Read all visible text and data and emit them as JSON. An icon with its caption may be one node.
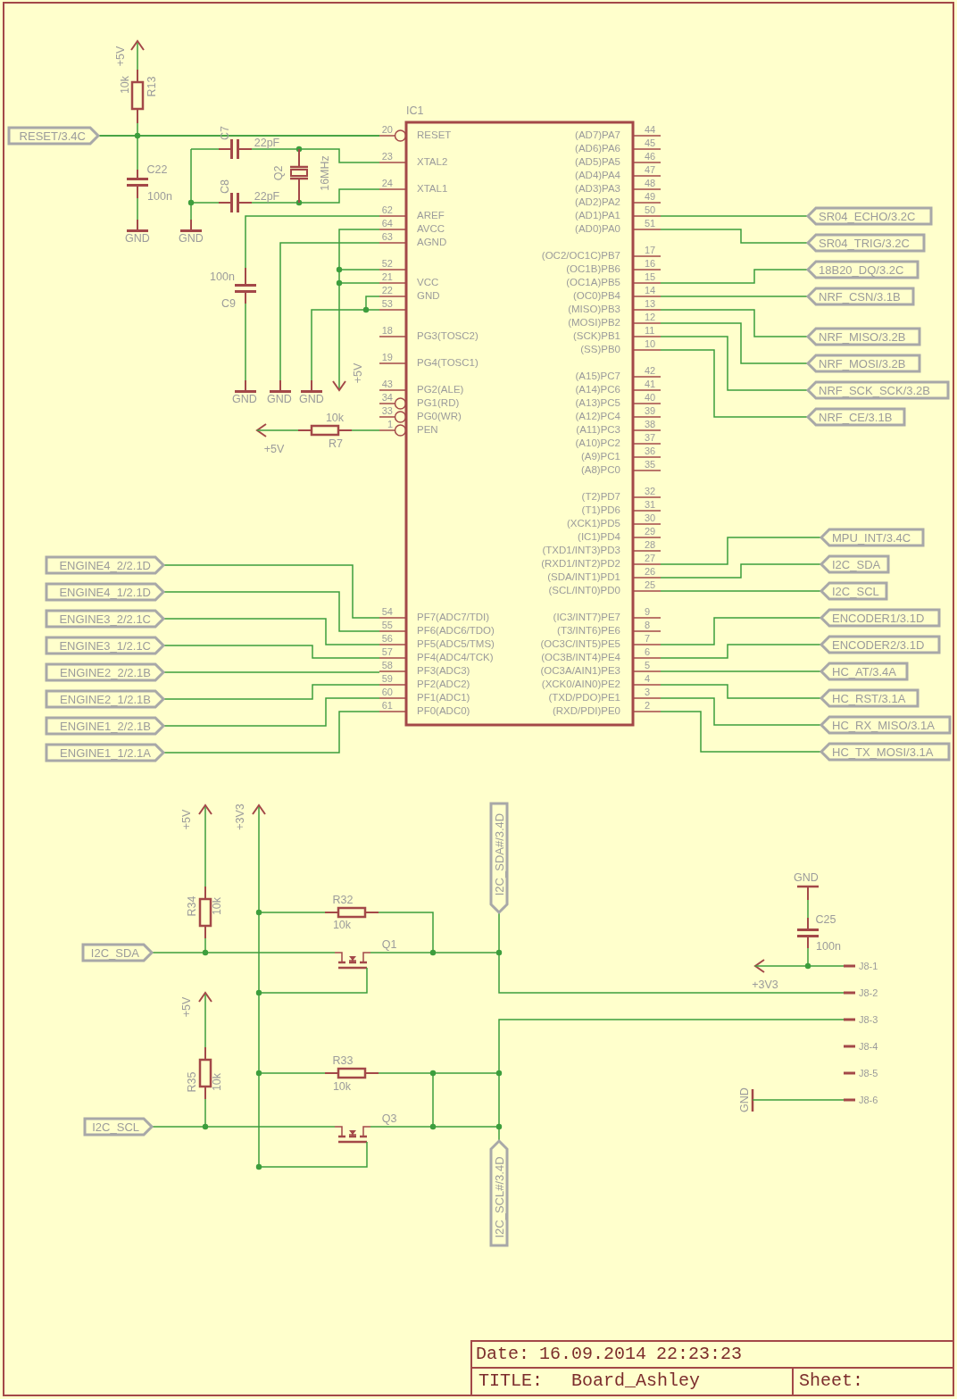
{
  "diagram": {
    "nodes": [
      {
        "text": [
          "IC1",
          "RESET",
          "XTAL2",
          "XTAL1",
          "AREF",
          "AVCC",
          "AGND",
          "VCC",
          "GND",
          "PG3(TOSC2)",
          "PG4(TOSC1)",
          "PG2(ALE)",
          "PG1(RD)",
          "PG0(WR)",
          "PEN",
          "PF7(ADC7/TDI)",
          "PF6(ADC6/TDO)",
          "PF5(ADC5/TMS)",
          "PF4(ADC4/TCK)",
          "PF3(ADC3)",
          "PF2(ADC2)",
          "PF1(ADC1)",
          "PF0(ADC0)",
          "(AD7)PA7",
          "(AD6)PA6",
          "(AD5)PA5",
          "(AD4)PA4",
          "(AD3)PA3",
          "(AD2)PA2",
          "(AD1)PA1",
          "(AD0)PA0",
          "(OC2/OC1C)PB7",
          "(OC1B)PB6",
          "(OC1A)PB5",
          "(OC0)PB4",
          "(MISO)PB3",
          "(MOSI)PB2",
          "(SCK)PB1",
          "(SS)PB0",
          "(A15)PC7",
          "(A14)PC6",
          "(A13)PC5",
          "(A12)PC4",
          "(A11)PC3",
          "(A10)PC2",
          "(A9)PC1",
          "(A8)PC0",
          "(T2)PD7",
          "(T1)PD6",
          "(XCK1)PD5",
          "(IC1)PD4",
          "(TXD1/INT3)PD3",
          "(RXD1/INT2)PD2",
          "(SDA/INT1)PD1",
          "(SCL/INT0)PD0",
          "(IC3/INT7)PE7",
          "(T3/INT6)PE6",
          "(OC3C/INT5)PE5",
          "(OC3B/INT4)PE4",
          "(OC3A/AIN1)PE3",
          "(XCK0/AIN0)PE2",
          "(TXD/PDO)PE1",
          "(RXD/PDI)PE0"
        ]
      },
      {
        "text": [
          "RESET/3.4C"
        ]
      },
      {
        "text": [
          "SR04_ECHO/3.2C"
        ]
      },
      {
        "text": [
          "SR04_TRIG/3.2C"
        ]
      },
      {
        "text": [
          "18B20_DQ/3.2C"
        ]
      },
      {
        "text": [
          "NRF_CSN/3.1B"
        ]
      },
      {
        "text": [
          "NRF_MISO/3.2B"
        ]
      },
      {
        "text": [
          "NRF_MOSI/3.2B"
        ]
      },
      {
        "text": [
          "NRF_SCK_SCK/3.2B"
        ]
      },
      {
        "text": [
          "NRF_CE/3.1B"
        ]
      },
      {
        "text": [
          "MPU_INT/3.4C"
        ]
      },
      {
        "text": [
          "I2C_SDA"
        ]
      },
      {
        "text": [
          "I2C_SCL"
        ]
      },
      {
        "text": [
          "ENCODER1/3.1D"
        ]
      },
      {
        "text": [
          "ENCODER2/3.1D"
        ]
      },
      {
        "text": [
          "HC_AT/3.4A"
        ]
      },
      {
        "text": [
          "HC_RST/3.1A"
        ]
      },
      {
        "text": [
          "HC_RX_MISO/3.1A"
        ]
      },
      {
        "text": [
          "HC_TX_MOSI/3.1A"
        ]
      },
      {
        "text": [
          "ENGINE4_2/2.1D"
        ]
      },
      {
        "text": [
          "ENGINE4_1/2.1D"
        ]
      },
      {
        "text": [
          "ENGINE3_2/2.1C"
        ]
      },
      {
        "text": [
          "ENGINE3_1/2.1C"
        ]
      },
      {
        "text": [
          "ENGINE2_2/2.1B"
        ]
      },
      {
        "text": [
          "ENGINE2_1/2.1B"
        ]
      },
      {
        "text": [
          "ENGINE1_2/2.1B"
        ]
      },
      {
        "text": [
          "ENGINE1_1/2.1A"
        ]
      },
      {
        "text": [
          "I2C_SDA"
        ]
      },
      {
        "text": [
          "I2C_SDA#/3.4D"
        ]
      },
      {
        "text": [
          "I2C_SCL"
        ]
      },
      {
        "text": [
          "I2C_SCL#/3.4D"
        ]
      },
      {
        "text": [
          "J8-1"
        ]
      },
      {
        "text": [
          "J8-2"
        ]
      },
      {
        "text": [
          "J8-3"
        ]
      },
      {
        "text": [
          "J8-4"
        ]
      },
      {
        "text": [
          "J8-5"
        ]
      },
      {
        "text": [
          "J8-6"
        ]
      }
    ],
    "edges": [
      {
        "from": 1,
        "to": 0,
        "arrow": "none"
      },
      {
        "from": 0,
        "to": 2,
        "arrow": "none"
      },
      {
        "from": 0,
        "to": 3,
        "arrow": "none"
      },
      {
        "from": 0,
        "to": 4,
        "arrow": "none"
      },
      {
        "from": 0,
        "to": 5,
        "arrow": "none"
      },
      {
        "from": 0,
        "to": 6,
        "arrow": "none"
      },
      {
        "from": 0,
        "to": 7,
        "arrow": "none"
      },
      {
        "from": 0,
        "to": 8,
        "arrow": "none"
      },
      {
        "from": 0,
        "to": 9,
        "arrow": "none"
      },
      {
        "from": 0,
        "to": 10,
        "arrow": "none"
      },
      {
        "from": 0,
        "to": 11,
        "arrow": "none"
      },
      {
        "from": 0,
        "to": 12,
        "arrow": "none"
      },
      {
        "from": 0,
        "to": 13,
        "arrow": "none"
      },
      {
        "from": 0,
        "to": 14,
        "arrow": "none"
      },
      {
        "from": 0,
        "to": 15,
        "arrow": "none"
      },
      {
        "from": 0,
        "to": 16,
        "arrow": "none"
      },
      {
        "from": 0,
        "to": 17,
        "arrow": "none"
      },
      {
        "from": 0,
        "to": 18,
        "arrow": "none"
      },
      {
        "from": 19,
        "to": 0,
        "arrow": "none"
      },
      {
        "from": 20,
        "to": 0,
        "arrow": "none"
      },
      {
        "from": 21,
        "to": 0,
        "arrow": "none"
      },
      {
        "from": 22,
        "to": 0,
        "arrow": "none"
      },
      {
        "from": 23,
        "to": 0,
        "arrow": "none"
      },
      {
        "from": 24,
        "to": 0,
        "arrow": "none"
      },
      {
        "from": 25,
        "to": 0,
        "arrow": "none"
      },
      {
        "from": 26,
        "to": 0,
        "arrow": "none"
      },
      {
        "from": 28,
        "to": 32,
        "arrow": "none"
      },
      {
        "from": 30,
        "to": 33,
        "arrow": "none"
      }
    ],
    "labels": [
      "+5V",
      "10k",
      "R13",
      "C7",
      "22pF",
      "Q2",
      "16MHz",
      "C22",
      "100n",
      "C8",
      "22pF",
      "GND",
      "GND",
      "100n",
      "C9",
      "GND",
      "GND",
      "GND",
      "+5V",
      "10k",
      "R7",
      "+5V",
      "20",
      "23",
      "24",
      "62",
      "64",
      "63",
      "52",
      "21",
      "22",
      "53",
      "18",
      "19",
      "43",
      "34",
      "33",
      "1",
      "54",
      "55",
      "56",
      "57",
      "58",
      "59",
      "60",
      "61",
      "44",
      "45",
      "46",
      "47",
      "48",
      "49",
      "50",
      "51",
      "17",
      "16",
      "15",
      "14",
      "13",
      "12",
      "11",
      "10",
      "42",
      "41",
      "40",
      "39",
      "38",
      "37",
      "36",
      "35",
      "32",
      "31",
      "30",
      "29",
      "28",
      "27",
      "26",
      "25",
      "9",
      "8",
      "7",
      "6",
      "5",
      "4",
      "3",
      "2",
      "+5V",
      "+3V3",
      "R34",
      "10k",
      "R32",
      "10k",
      "Q1",
      "+5V",
      "R35",
      "10k",
      "R33",
      "10k",
      "Q3",
      "GND",
      "C25",
      "100n",
      "+3V3",
      "GND",
      "Date:",
      "16.09.2014",
      "22:23:23",
      "TITLE:",
      "Board_Ashley",
      "Sheet:"
    ]
  }
}
